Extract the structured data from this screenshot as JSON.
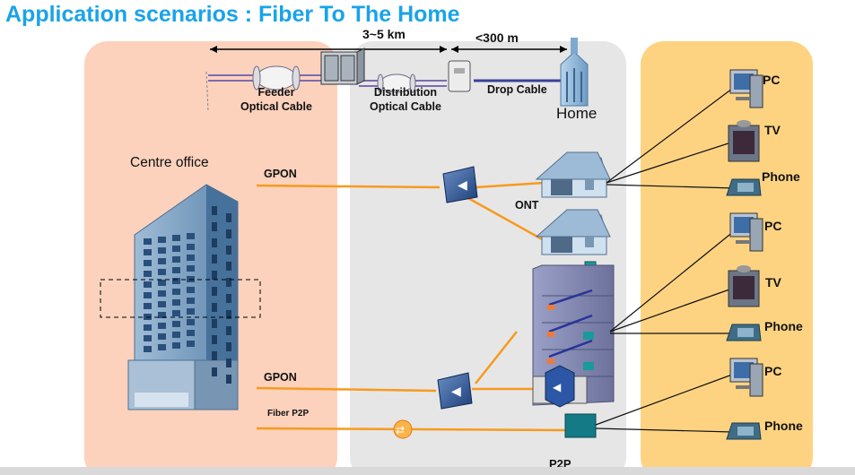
{
  "title": "Application scenarios : Fiber To The Home",
  "distances": {
    "span1": "3~5 km",
    "span2": "<300 m"
  },
  "cables": {
    "feeder_line1": "Feeder",
    "feeder_line2": "Optical Cable",
    "distribution_line1": "Distribution",
    "distribution_line2": "Optical Cable",
    "drop": "Drop Cable"
  },
  "home": "Home",
  "centre_office": "Centre office",
  "links": {
    "gpon_top": "GPON",
    "gpon_bottom": "GPON",
    "fiber_p2p": "Fiber P2P"
  },
  "ont": "ONT",
  "p2p": "P2P",
  "devices": {
    "group1": [
      "PC",
      "TV",
      "Phone"
    ],
    "group2": [
      "PC",
      "TV",
      "Phone"
    ],
    "group3": [
      "PC",
      "Phone"
    ]
  },
  "colors": {
    "title": "#1aa3e8",
    "office_zone": "#fcd2bd",
    "access_zone": "#e6e6e6",
    "home_zone": "#fdd382",
    "fiber": "#f79a1e",
    "cable": "#3b3f9a"
  },
  "icons": [
    "building-icon",
    "splitter-icon",
    "house-icon",
    "cabinet-icon",
    "pc-icon",
    "tv-icon",
    "phone-icon",
    "switch-icon",
    "olt-icon"
  ]
}
